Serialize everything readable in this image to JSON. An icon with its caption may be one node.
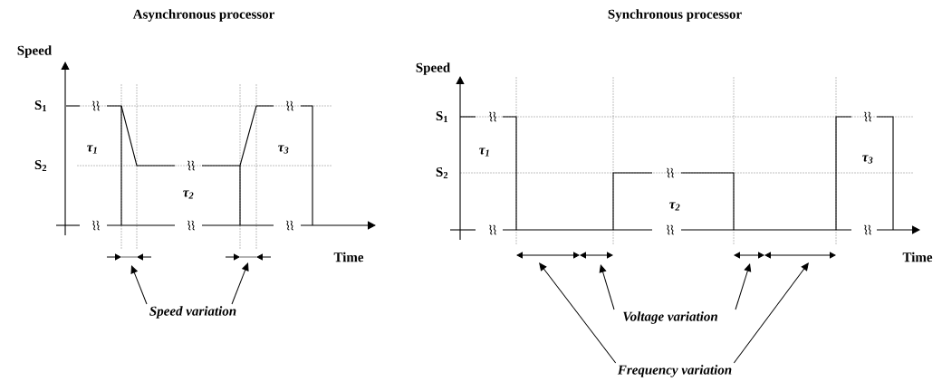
{
  "diagram": {
    "nodes": [
      {
        "text": [
          "Speed variation"
        ]
      },
      {
        "text": [
          "Voltage variation"
        ]
      },
      {
        "text": [
          "Frequency variation"
        ]
      }
    ],
    "edges": [
      {
        "from": 0,
        "to": null,
        "arrow": "to"
      },
      {
        "from": 0,
        "to": null,
        "arrow": "to"
      },
      {
        "from": 1,
        "to": null,
        "arrow": "to"
      },
      {
        "from": 1,
        "to": null,
        "arrow": "to"
      },
      {
        "from": 2,
        "to": null,
        "arrow": "to"
      },
      {
        "from": 2,
        "to": null,
        "arrow": "to"
      }
    ],
    "labels": [
      "Asynchronous processor",
      "Speed",
      "S$_{1}$",
      "S$_{2}$",
      "τ$_{1}$",
      "τ$_{2}$",
      "τ$_{3}$",
      "Time",
      "Synchronous processor",
      "Speed",
      "S$_{1}$",
      "S$_{2}$",
      "τ$_{1}$",
      "τ$_{2}$",
      "τ$_{3}$",
      "Time"
    ]
  }
}
